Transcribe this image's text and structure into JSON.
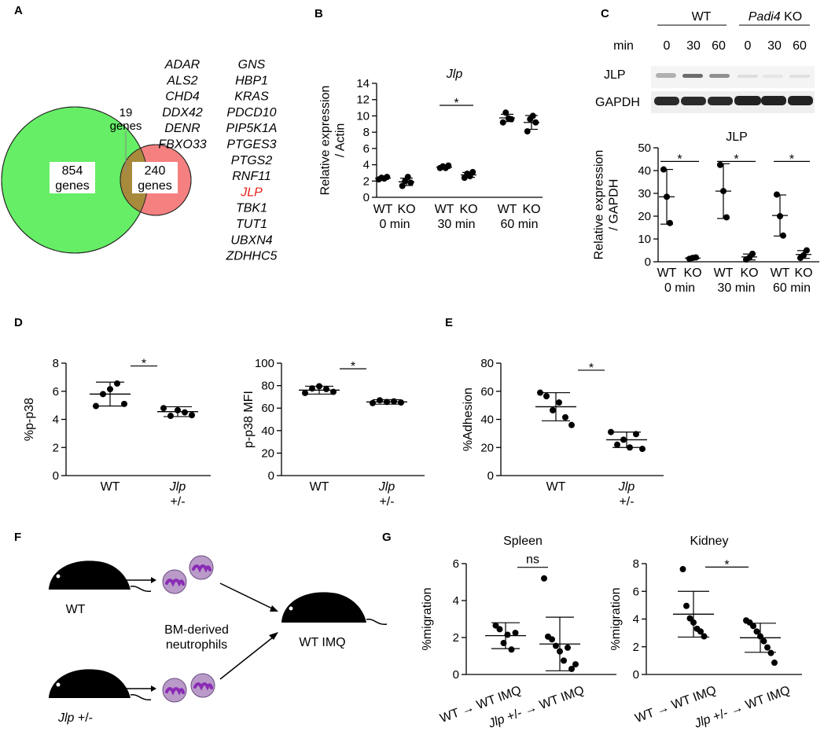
{
  "panel_labels": {
    "A": "A",
    "B": "B",
    "C": "C",
    "D": "D",
    "E": "E",
    "F": "F",
    "G": "G"
  },
  "colors": {
    "venn_left": "#66ee66",
    "venn_right": "#f58080",
    "venn_overlap": "#a88a3c",
    "highlight_gene": "#e8201c"
  },
  "venn": {
    "left_count": "854",
    "left_unit": "genes",
    "right_count": "240",
    "right_unit": "genes",
    "overlap_count": "19",
    "overlap_unit": "genes",
    "genes_col1": [
      "ADAR",
      "ALS2",
      "CHD4",
      "DDX42",
      "DENR",
      "FBXO33"
    ],
    "genes_col2": [
      "GNS",
      "HBP1",
      "KRAS",
      "PDCD10",
      "PIP5K1A",
      "PTGES3",
      "PTGS2",
      "RNF11",
      "JLP",
      "TBK1",
      "TUT1",
      "UBXN4",
      "ZDHHC5"
    ],
    "highlight": "JLP"
  },
  "blot": {
    "group_wt": "WT",
    "group_ko_gene": "Padi4",
    "group_ko_suffix": " KO",
    "min_label": "min",
    "times": [
      "0",
      "30",
      "60",
      "0",
      "30",
      "60"
    ],
    "row_jlp": "JLP",
    "row_gapdh": "GAPDH"
  },
  "schematic": {
    "mouse_wt": "WT",
    "mouse_het_gene": "Jlp",
    "mouse_het_suffix": " +/-",
    "cells_line1": "BM-derived",
    "cells_line2": "neutrophils",
    "recipient": "WT IMQ"
  },
  "chart_data": [
    {
      "id": "B",
      "type": "scatter",
      "title": "Jlp",
      "ylabel": [
        "Relative expression",
        "/ Actin"
      ],
      "ylim": [
        0,
        14
      ],
      "yticks": [
        0,
        2,
        4,
        6,
        8,
        10,
        12,
        14
      ],
      "categories": [
        "WT",
        "KO",
        "WT",
        "KO",
        "WT",
        "KO"
      ],
      "time_labels": [
        "0 min",
        "30 min",
        "60 min"
      ],
      "points": [
        [
          2.2,
          2.4,
          2.3,
          2.5
        ],
        [
          1.4,
          2.0,
          2.5,
          1.8
        ],
        [
          3.6,
          3.8,
          3.6,
          3.9
        ],
        [
          2.4,
          2.9,
          2.6,
          3.1
        ],
        [
          9.2,
          10.4,
          9.7,
          9.6
        ],
        [
          8.1,
          9.6,
          10.0,
          9.2
        ]
      ],
      "means": [
        2.35,
        1.9,
        3.7,
        2.75,
        9.75,
        9.2
      ],
      "sd": [
        0.1,
        0.45,
        0.15,
        0.3,
        0.45,
        0.85
      ],
      "significance": [
        {
          "between": [
            2,
            3
          ],
          "label": "*",
          "y": 11.3
        }
      ]
    },
    {
      "id": "C",
      "type": "scatter",
      "title": "JLP",
      "ylabel": [
        "Relative expression",
        "/ GAPDH"
      ],
      "ylim": [
        0,
        50
      ],
      "yticks": [
        0,
        10,
        20,
        30,
        40,
        50
      ],
      "categories": [
        "WT",
        "KO",
        "WT",
        "KO",
        "WT",
        "KO"
      ],
      "time_labels": [
        "0 min",
        "30 min",
        "60 min"
      ],
      "points": [
        [
          40.5,
          28.5,
          17.0
        ],
        [
          1.3,
          1.7,
          1.9
        ],
        [
          42.5,
          31.0,
          19.5
        ],
        [
          1.0,
          1.8,
          3.5
        ],
        [
          29.5,
          20.0,
          11.5
        ],
        [
          1.7,
          2.8,
          5.0
        ]
      ],
      "means": [
        28.5,
        1.6,
        31.0,
        2.1,
        20.3,
        3.2
      ],
      "sd": [
        12.0,
        0.3,
        12.0,
        1.3,
        9.0,
        1.7
      ],
      "significance": [
        {
          "between": [
            0,
            1
          ],
          "label": "*",
          "y": 44
        },
        {
          "between": [
            2,
            3
          ],
          "label": "*",
          "y": 44
        },
        {
          "between": [
            4,
            5
          ],
          "label": "*",
          "y": 44
        }
      ]
    },
    {
      "id": "D1",
      "type": "scatter",
      "ylabel": [
        "%p-p38"
      ],
      "ylim": [
        0,
        8
      ],
      "yticks": [
        0,
        2,
        4,
        6,
        8
      ],
      "categories": [
        "WT",
        "Jlp +/-"
      ],
      "points": [
        [
          4.95,
          5.8,
          6.15,
          6.55,
          5.1
        ],
        [
          4.8,
          4.25,
          4.65,
          4.5,
          4.3
        ]
      ],
      "means": [
        5.8,
        4.55
      ],
      "sd": [
        0.85,
        0.35
      ],
      "significance": [
        {
          "between": [
            0,
            1
          ],
          "label": "*",
          "y": 7.8
        }
      ]
    },
    {
      "id": "D2",
      "type": "scatter",
      "ylabel": [
        "p-p38 MFI"
      ],
      "ylim": [
        0,
        100
      ],
      "yticks": [
        0,
        20,
        40,
        60,
        80,
        100
      ],
      "categories": [
        "WT",
        "Jlp +/-"
      ],
      "points": [
        [
          73.5,
          77.5,
          79.5,
          77.0,
          74.5
        ],
        [
          64.5,
          67.0,
          65.5,
          66.0,
          65.0
        ]
      ],
      "means": [
        76.0,
        65.5
      ],
      "sd": [
        3.5,
        2.0
      ],
      "significance": [
        {
          "between": [
            0,
            1
          ],
          "label": "*",
          "y": 95
        }
      ]
    },
    {
      "id": "E",
      "type": "scatter",
      "ylabel": [
        "%Adhesion"
      ],
      "ylim": [
        0,
        80
      ],
      "yticks": [
        0,
        20,
        40,
        60,
        80
      ],
      "categories": [
        "WT",
        "Jlp +/-"
      ],
      "points": [
        [
          59.0,
          56.5,
          46.5,
          52.0,
          41.5,
          36.0
        ],
        [
          31.0,
          22.0,
          25.5,
          20.0,
          29.5,
          19.0
        ]
      ],
      "means": [
        49.0,
        25.5
      ],
      "sd": [
        10.0,
        5.5
      ],
      "significance": [
        {
          "between": [
            0,
            1
          ],
          "label": "*",
          "y": 75
        }
      ]
    },
    {
      "id": "G1",
      "type": "scatter",
      "title": "Spleen",
      "ylabel": [
        "%migration"
      ],
      "ylim": [
        0,
        6
      ],
      "yticks": [
        0,
        2,
        4,
        6
      ],
      "categories": [
        "WT → WT IMQ",
        "Jlp +/- → WT IMQ"
      ],
      "points": [
        [
          2.65,
          2.45,
          1.7,
          2.15,
          1.35,
          2.25
        ],
        [
          5.2,
          2.05,
          1.9,
          1.55,
          1.25,
          0.75,
          1.45,
          0.3,
          0.55
        ]
      ],
      "means": [
        2.1,
        1.65
      ],
      "sd": [
        0.7,
        1.45
      ],
      "significance": [
        {
          "between": [
            0,
            1
          ],
          "label": "ns",
          "y": 5.8
        }
      ]
    },
    {
      "id": "G2",
      "type": "scatter",
      "title": "Kidney",
      "ylabel": [
        "%migration"
      ],
      "ylim": [
        0,
        8
      ],
      "yticks": [
        0,
        2,
        4,
        6,
        8
      ],
      "categories": [
        "WT → WT IMQ",
        "Jlp +/- → WT IMQ"
      ],
      "points": [
        [
          7.6,
          4.95,
          4.05,
          3.75,
          3.3,
          3.1,
          2.75
        ],
        [
          3.9,
          3.75,
          3.5,
          3.1,
          2.75,
          2.4,
          1.95,
          1.55,
          0.85
        ]
      ],
      "means": [
        4.35,
        2.65
      ],
      "sd": [
        1.65,
        1.05
      ],
      "significance": [
        {
          "between": [
            0,
            1
          ],
          "label": "*",
          "y": 7.75
        }
      ]
    }
  ]
}
